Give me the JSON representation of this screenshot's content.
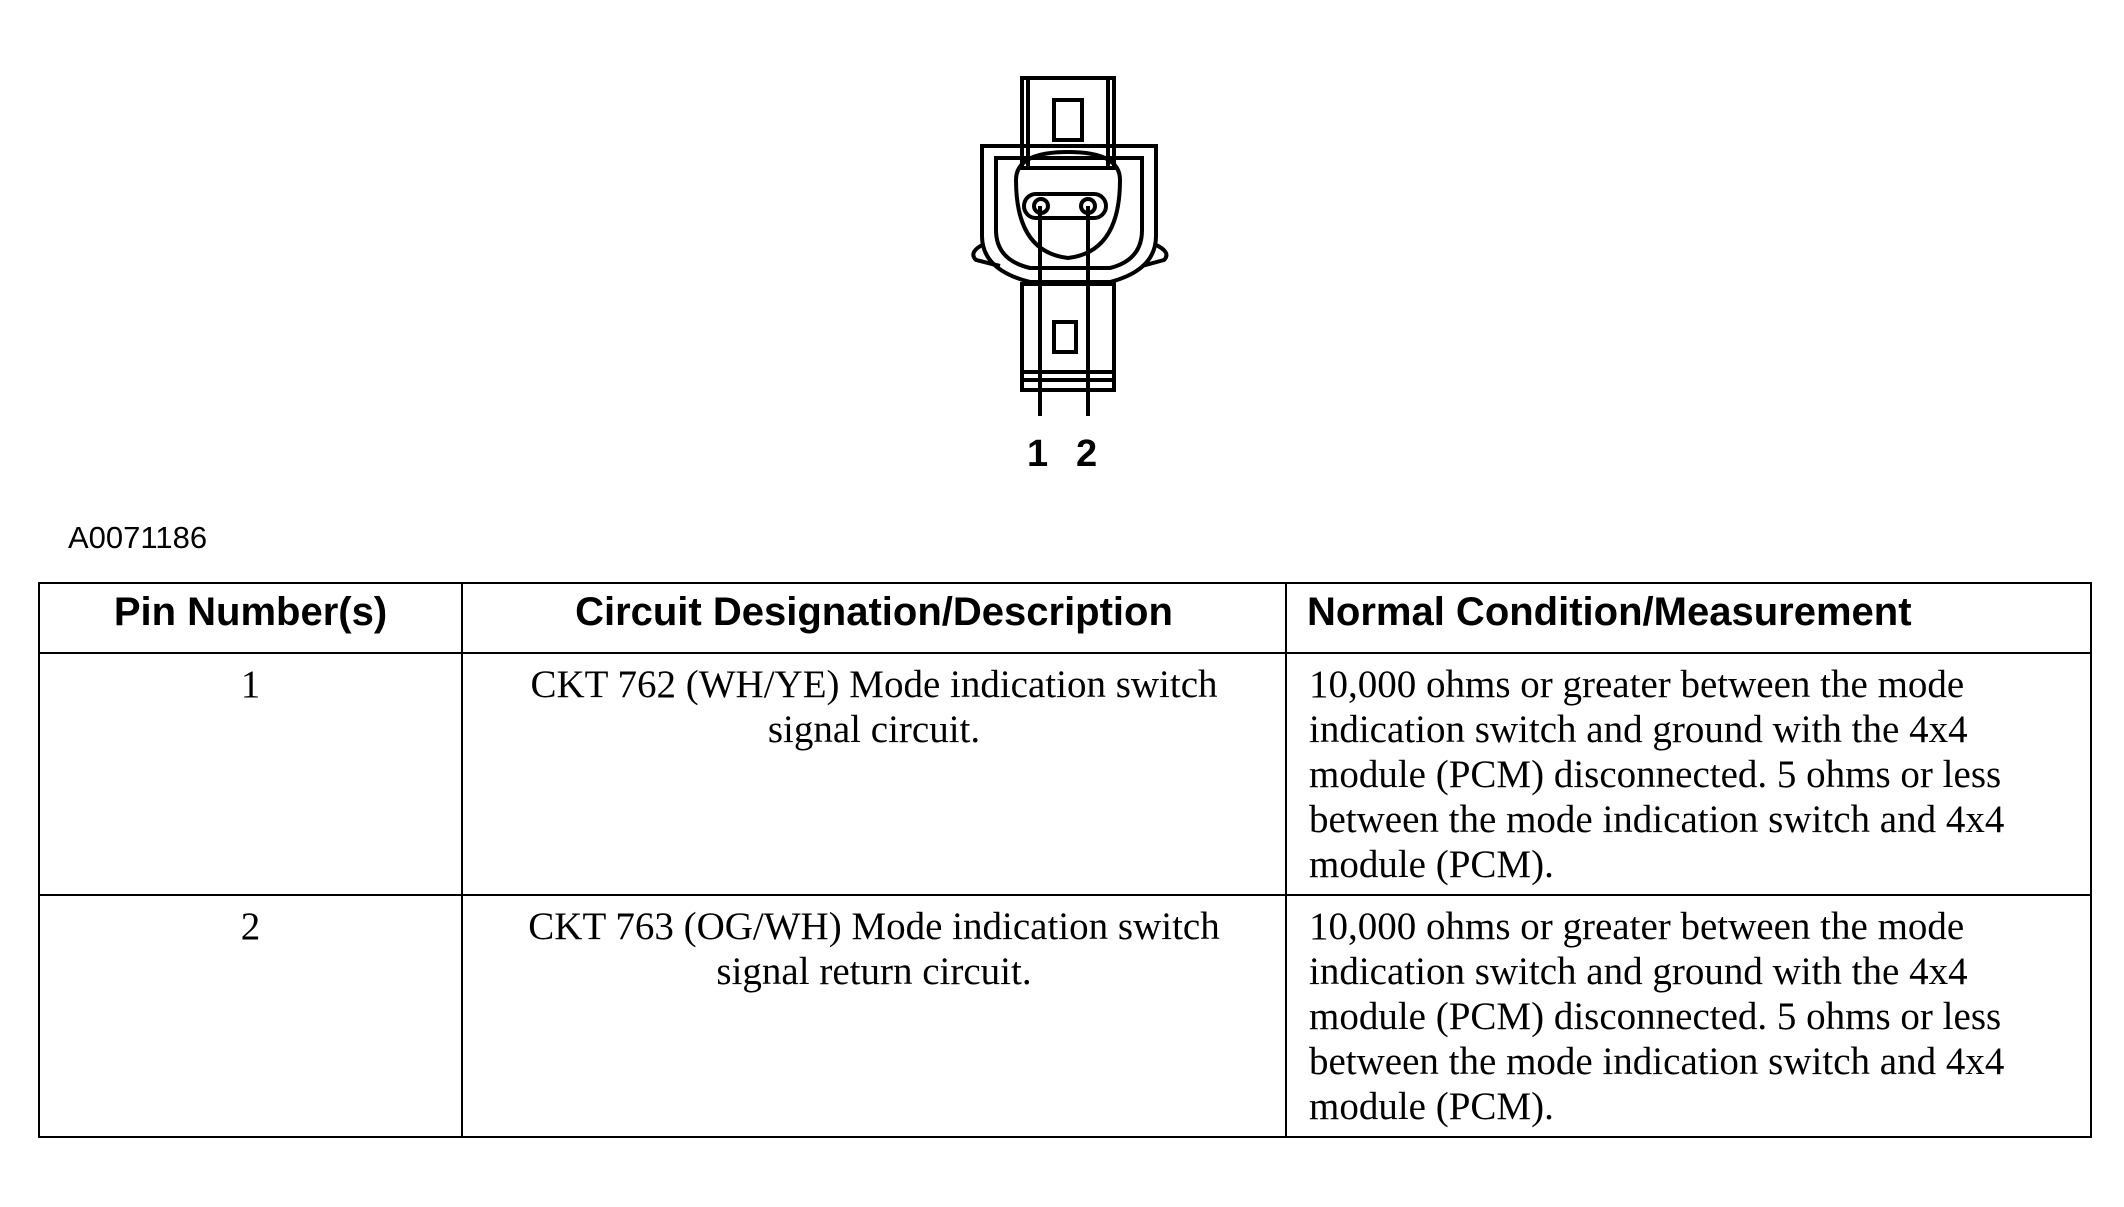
{
  "diagram": {
    "pin_labels": [
      "1",
      "2"
    ]
  },
  "figure_id": "A0071186",
  "table": {
    "headers": [
      "Pin Number(s)",
      "Circuit Designation/Description",
      "Normal Condition/Measurement"
    ],
    "rows": [
      {
        "pin": "1",
        "circuit": "CKT 762 (WH/YE) Mode indication switch signal circuit.",
        "normal": "10,000 ohms or greater between the mode indication switch and ground with the 4x4 module (PCM) disconnected. 5 ohms or less between the mode indication switch and 4x4 module (PCM)."
      },
      {
        "pin": "2",
        "circuit": "CKT 763 (OG/WH) Mode indication switch signal return circuit.",
        "normal": "10,000 ohms or greater between the mode indication switch and ground with the 4x4 module (PCM) disconnected. 5 ohms or less between the mode indication switch and 4x4 module (PCM)."
      }
    ]
  }
}
